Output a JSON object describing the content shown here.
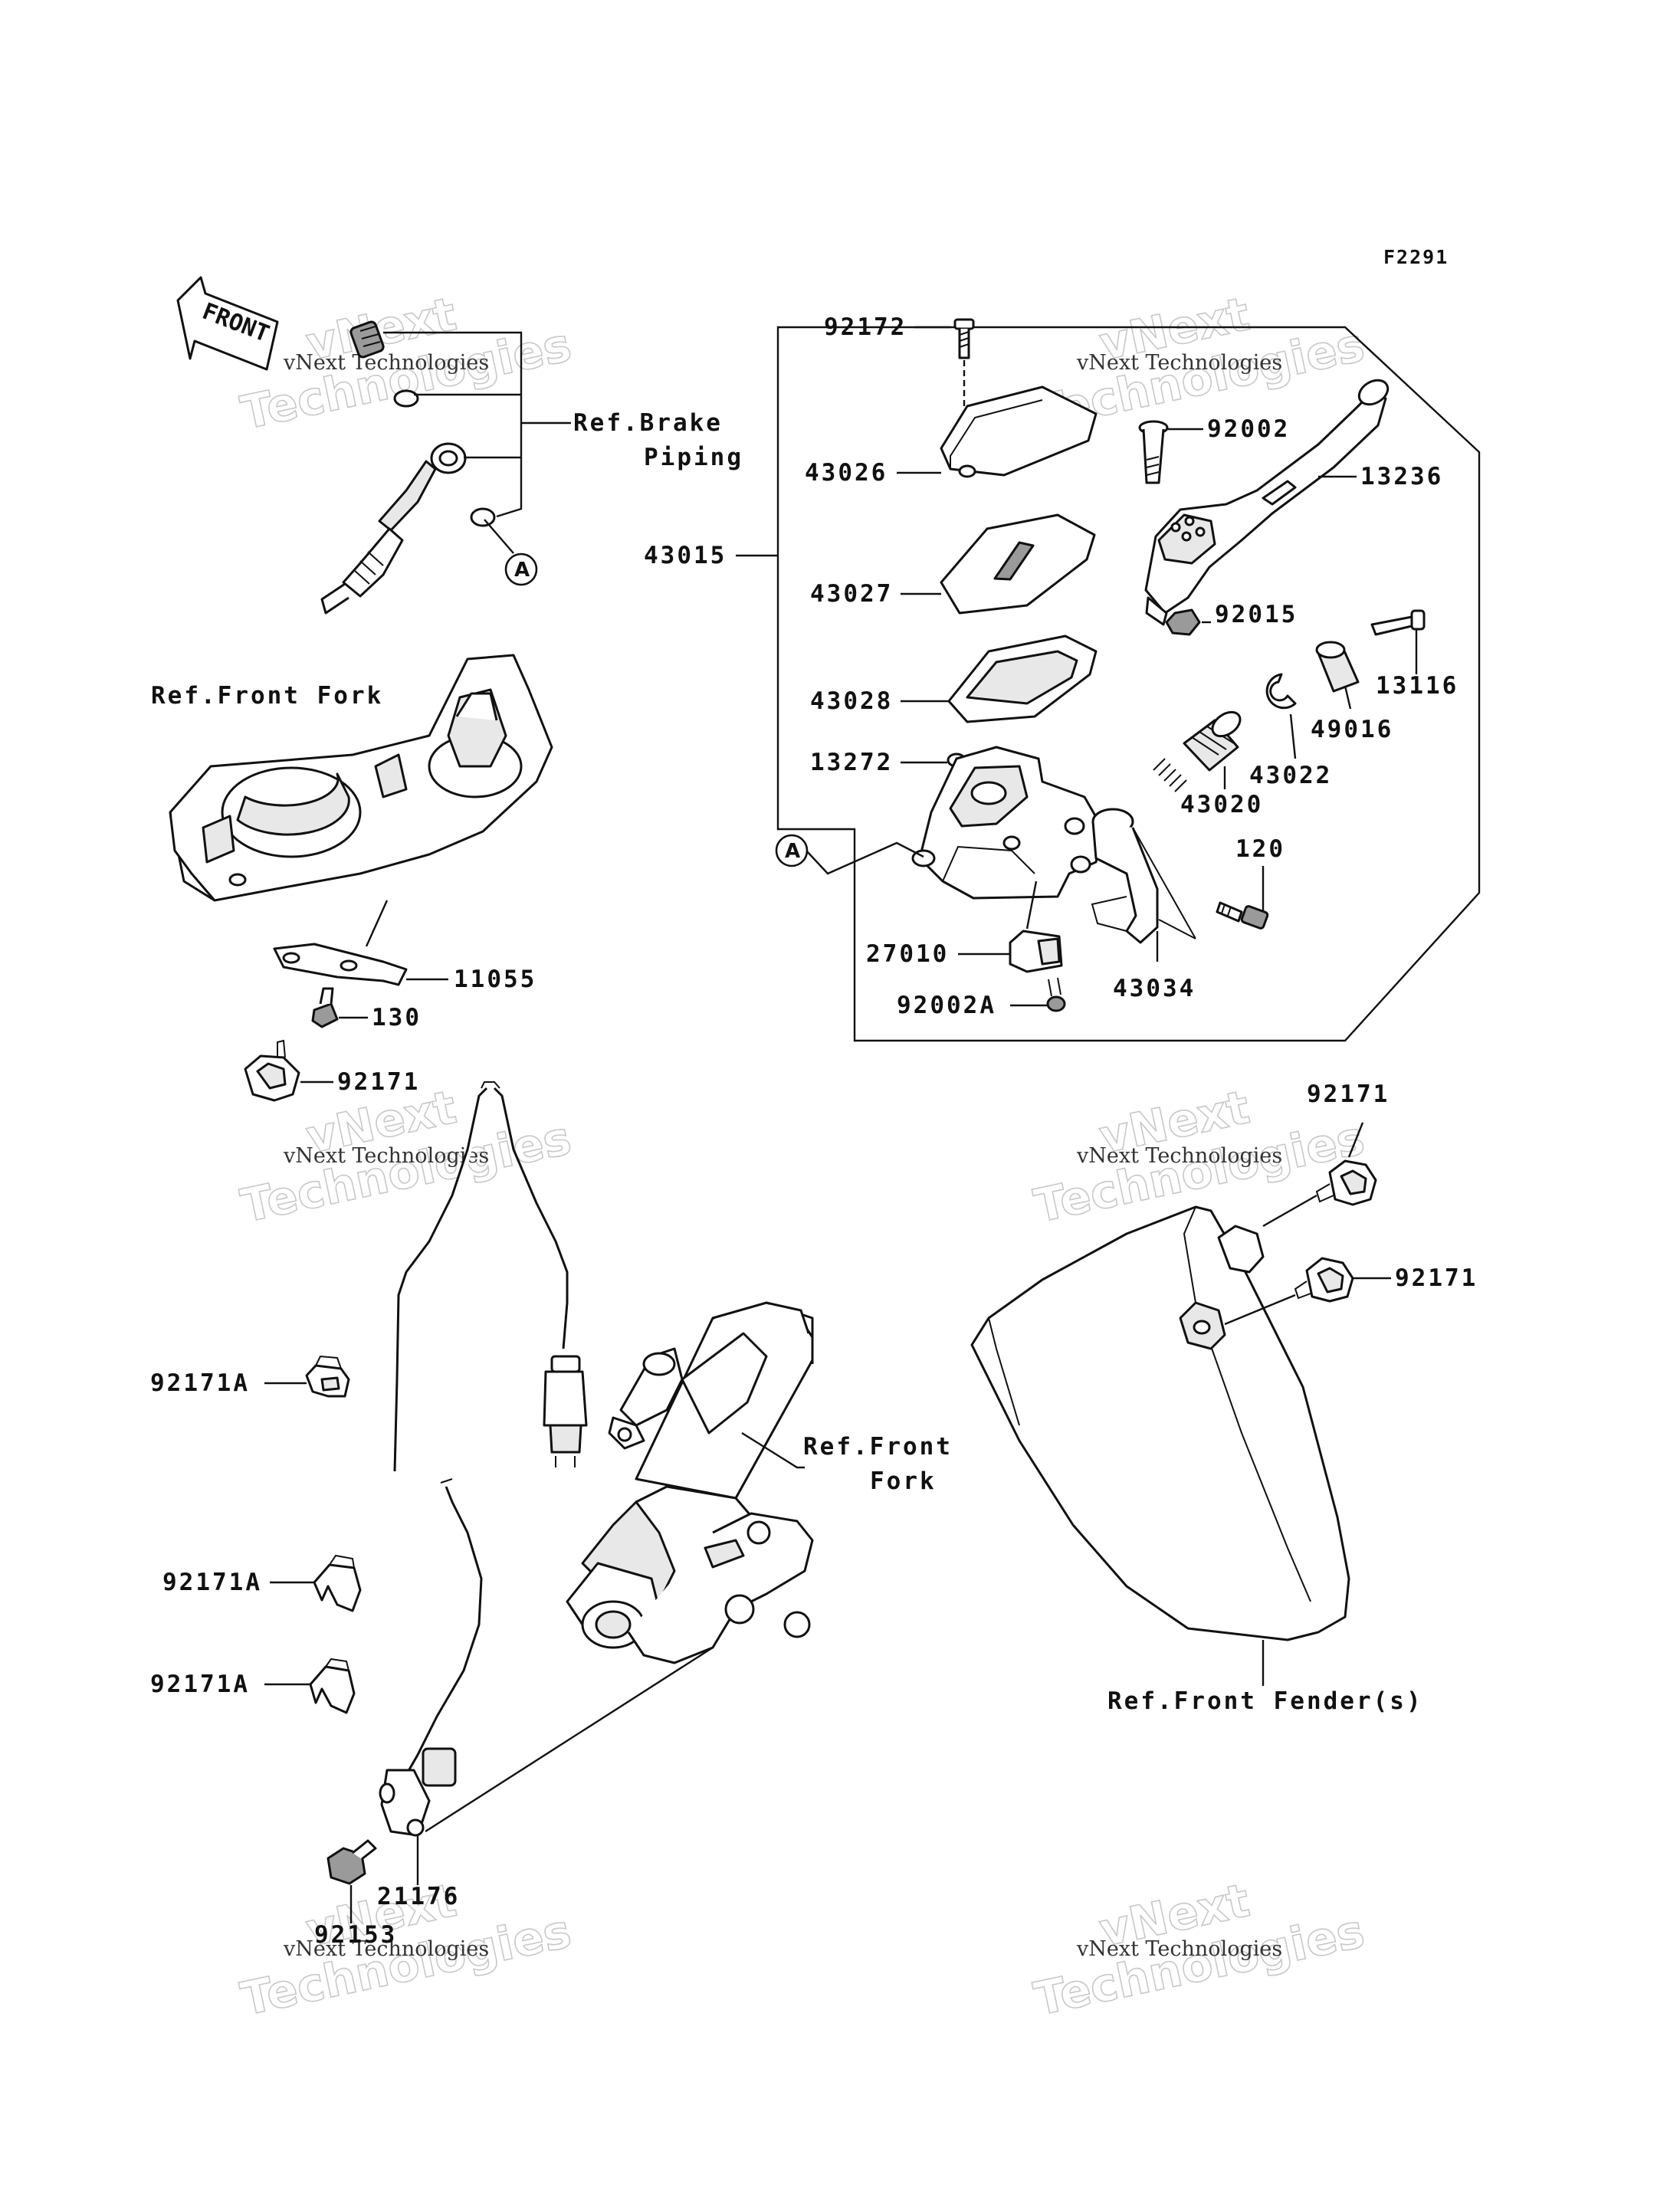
{
  "figure_code": "F2291",
  "front_marker": "FRONT",
  "callout_letter": "A",
  "watermark": {
    "line1": "vNext Technologies",
    "line2": "vNext",
    "line3": "Technologies"
  },
  "part_labels": {
    "p92172": "92172",
    "p43026": "43026",
    "p43015": "43015",
    "p43027": "43027",
    "p43028": "43028",
    "p13272": "13272",
    "p27010": "27010",
    "p92002A": "92002A",
    "p43034": "43034",
    "p120": "120",
    "p43020": "43020",
    "p43022": "43022",
    "p49016": "49016",
    "p13116": "13116",
    "p92015": "92015",
    "p13236": "13236",
    "p92002": "92002",
    "p11055": "11055",
    "p130": "130",
    "p92171_left": "92171",
    "p92171_right_top": "92171",
    "p92171_right_mid": "92171",
    "p92171A_1": "92171A",
    "p92171A_2": "92171A",
    "p92171A_3": "92171A",
    "p21176": "21176",
    "p92153": "92153"
  },
  "reference_labels": {
    "brake_piping_1": "Ref.Brake",
    "brake_piping_2": "Piping",
    "front_fork_top": "Ref.Front Fork",
    "front_fork_mid_1": "Ref.Front",
    "front_fork_mid_2": "Fork",
    "front_fender": "Ref.Front Fender(s)"
  }
}
